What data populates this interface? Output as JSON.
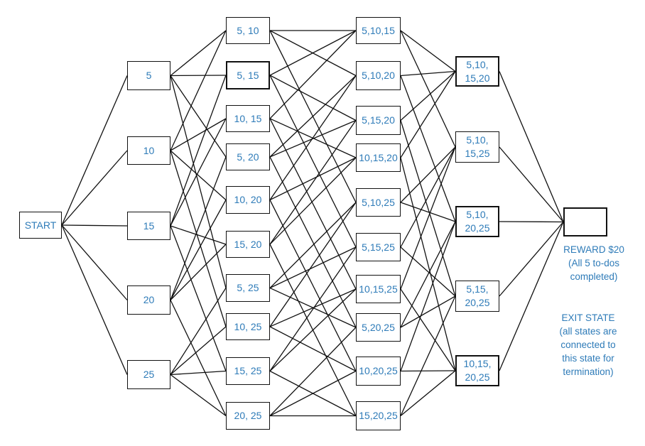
{
  "colors": {
    "label": "#2e7bb8",
    "line": "#111111"
  },
  "nodes": {
    "start": "START",
    "s5": "5",
    "s10": "10",
    "s15": "15",
    "s20": "20",
    "s25": "25",
    "p5_10": "5, 10",
    "p5_15": "5, 15",
    "p10_15": "10, 15",
    "p5_20": "5, 20",
    "p10_20": "10, 20",
    "p15_20": "15, 20",
    "p5_25": "5, 25",
    "p10_25": "10, 25",
    "p15_25": "15, 25",
    "p20_25": "20, 25",
    "t5_10_15": "5,10,15",
    "t5_10_20": "5,10,20",
    "t5_15_20": "5,15,20",
    "t10_15_20": "10,15,20",
    "t5_10_25": "5,10,25",
    "t5_15_25": "5,15,25",
    "t10_15_25": "10,15,25",
    "t5_20_25": "5,20,25",
    "t10_20_25": "10,20,25",
    "t15_20_25": "15,20,25",
    "q5_10_15_20": "5,10,\n15,20",
    "q5_10_15_25": "5,10,\n15,25",
    "q5_10_20_25": "5,10,\n20,25",
    "q5_15_20_25": "5,15,\n20,25",
    "q10_15_20_25": "10,15,\n20,25",
    "reward": ""
  },
  "labels": {
    "reward": "REWARD $20\n(All 5 to-dos\ncompleted)",
    "exit": "EXIT STATE\n(all states are\nconnected to\nthis state for\ntermination)"
  }
}
